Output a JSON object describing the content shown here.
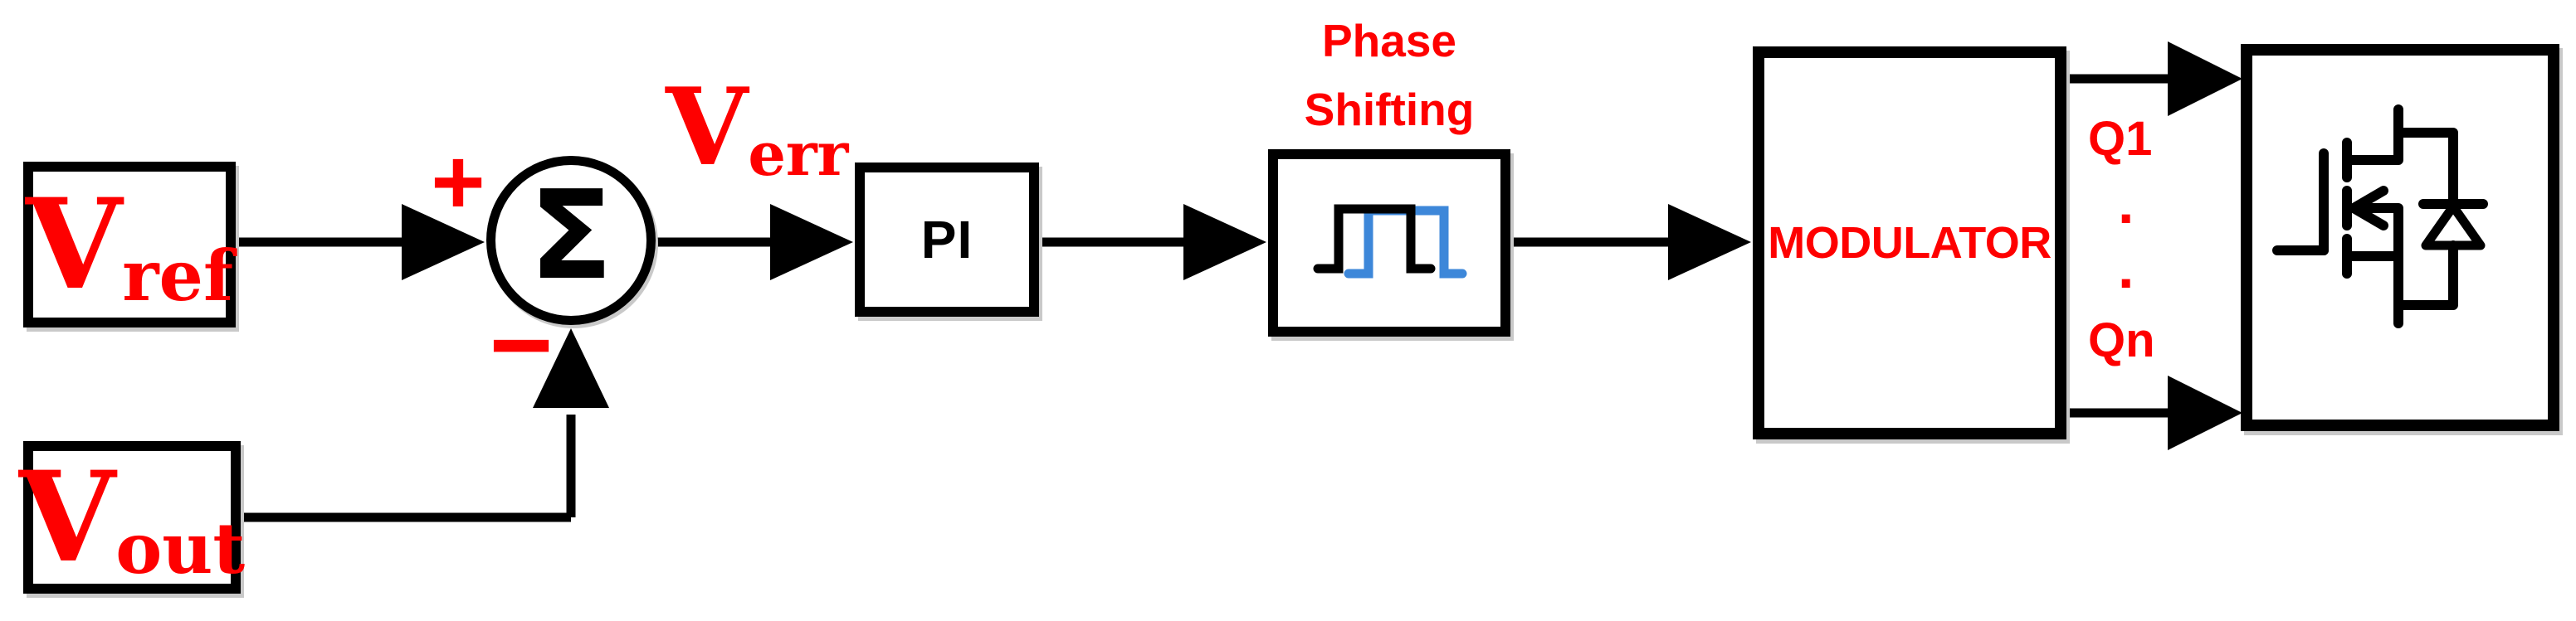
{
  "colors": {
    "label_red": "#fe0000",
    "waveform_blue": "#3d87d9",
    "line_black": "#000000"
  },
  "blocks": {
    "vref": {
      "main": "V",
      "sub": "ref"
    },
    "vout": {
      "main": "V",
      "sub": "out"
    },
    "sum": {
      "sigma": "Σ",
      "plus": "+",
      "minus": "−"
    },
    "verr": {
      "main": "V",
      "sub": "err"
    },
    "pi": {
      "label": "PI"
    },
    "phase_shifting": {
      "line1": "Phase",
      "line2": "Shifting"
    },
    "modulator": {
      "label": "MODULATOR"
    },
    "outputs": {
      "q1": "Q1",
      "qn": "Qn",
      "dot": "."
    }
  }
}
